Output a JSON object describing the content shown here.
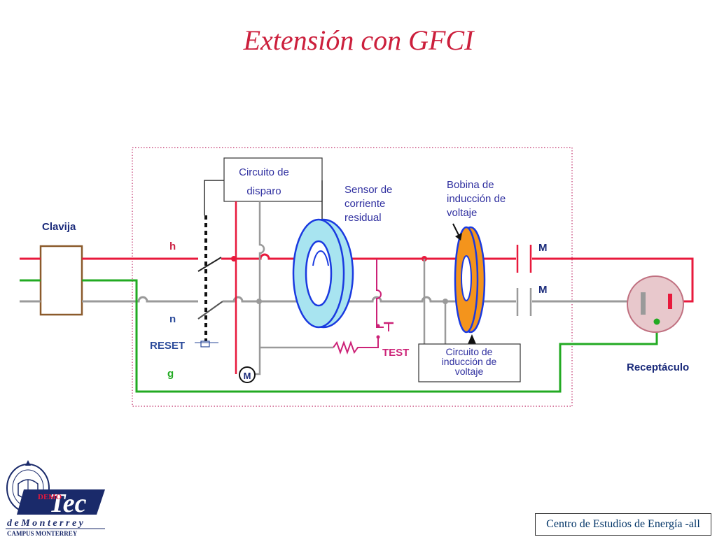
{
  "title": "Extensión con GFCI",
  "labels": {
    "circuito_disparo_1": "Circuito de",
    "circuito_disparo_2": "disparo",
    "sensor_1": "Sensor de",
    "sensor_2": "corriente",
    "sensor_3": "residual",
    "bobina_1": "Bobina de",
    "bobina_2": "inducción de",
    "bobina_3": "voltaje",
    "clavija": "Clavija",
    "h": "h",
    "n": "n",
    "g": "g",
    "reset": "RESET",
    "test": "TEST",
    "m_top": "M",
    "m_mid": "M",
    "m_motor": "M",
    "circuito_ind_1": "Circuito de",
    "circuito_ind_2": "inducción de",
    "circuito_ind_3": "voltaje",
    "receptaculo": "Receptáculo"
  },
  "logo": {
    "tec": "Tec",
    "de_monterrey": "d e   M o n t e r r e y",
    "campus": "CAMPUS MONTERREY",
    "demo": "DEMO"
  },
  "footer": "Centro de Estudios de Energía -all",
  "colors": {
    "hot": "#e8193c",
    "neutral": "#9a9a9a",
    "ground": "#22aa22",
    "boundary": "#c0306a",
    "sensor": "#a8e4f0",
    "coil": "#f4941c",
    "ring_stroke": "#1a3ae0"
  }
}
